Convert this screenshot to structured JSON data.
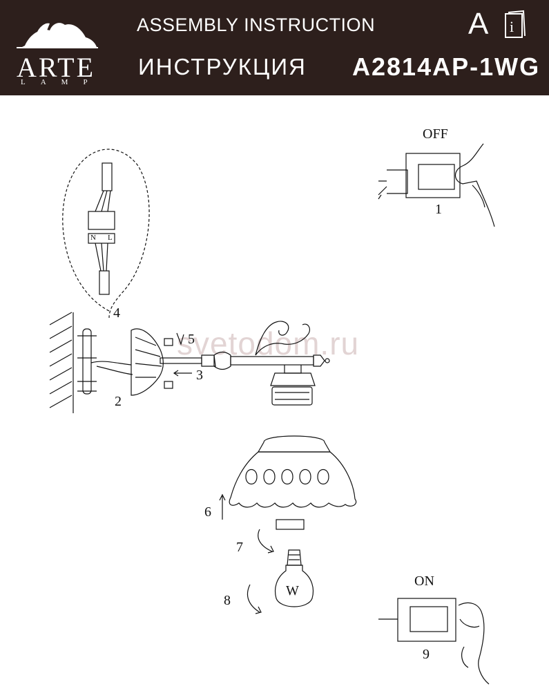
{
  "header": {
    "brand": "ARTE",
    "brand_sub": "LAMP",
    "title_en": "ASSEMBLY INSTRUCTION",
    "title_ru": "ИНСТРУКЦИЯ",
    "model": "A2814AP-1WG",
    "lang_letter": "A",
    "info_icon_letter": "i"
  },
  "watermark": "svetodom.ru",
  "labels": {
    "off": "OFF",
    "on": "ON",
    "step1": "1",
    "step2": "2",
    "step3": "3",
    "step4": "4",
    "step5": "5",
    "step6": "6",
    "step7": "7",
    "step8": "8",
    "step9": "9",
    "terminal_n": "N",
    "terminal_l": "L",
    "bulb_w": "W"
  }
}
